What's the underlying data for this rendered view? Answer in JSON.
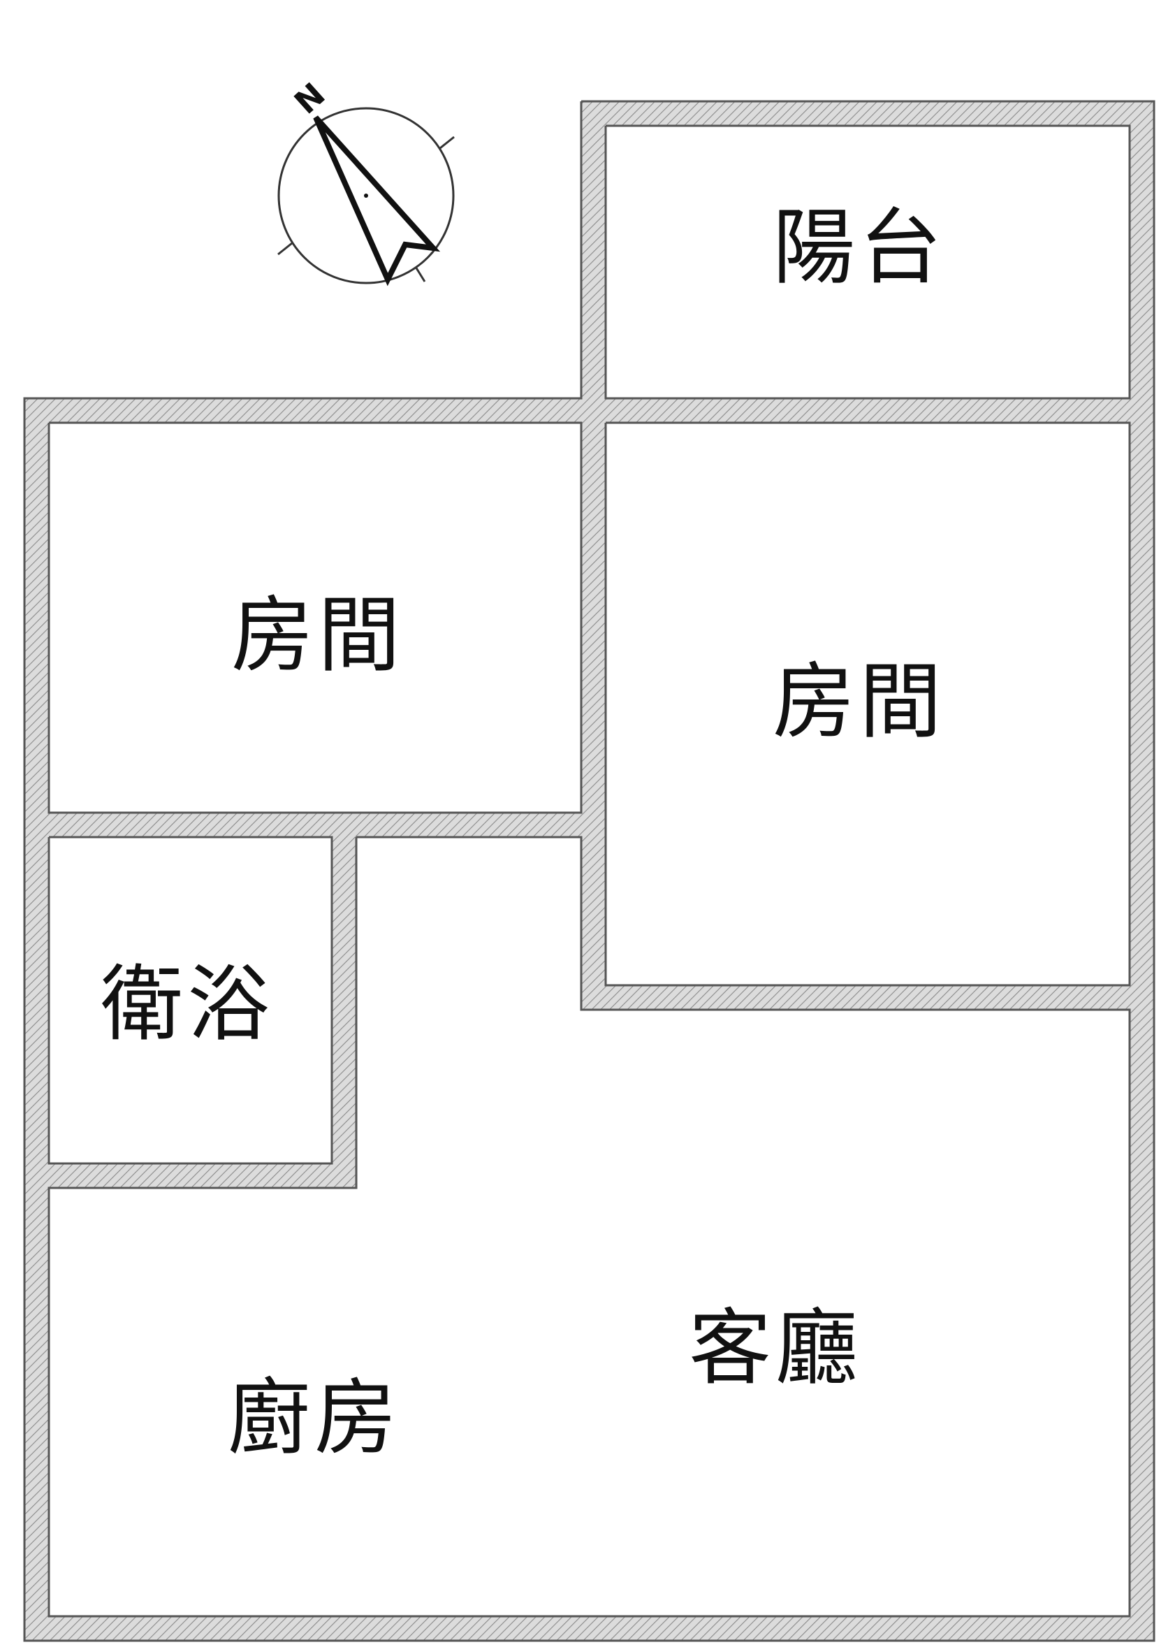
{
  "compass": {
    "north_letter": "N",
    "icon": "north-arrow-icon"
  },
  "rooms": {
    "balcony": "陽台",
    "bedroom_left": "房間",
    "bedroom_right": "房間",
    "bathroom": "衛浴",
    "living_room": "客廳",
    "kitchen": "廚房"
  },
  "colors": {
    "wall_fill": "#d8d8d8",
    "wall_hatch": "#8a8a8a",
    "wall_outline": "#555555",
    "text": "#111111"
  }
}
